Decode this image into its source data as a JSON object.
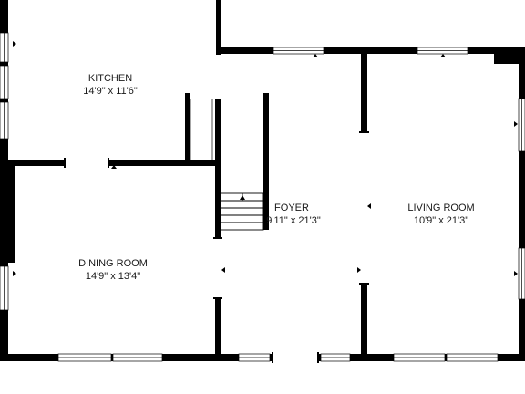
{
  "floorplan": {
    "rooms": [
      {
        "id": "kitchen",
        "name": "KITCHEN",
        "dims": "14'9\" x 11'6\""
      },
      {
        "id": "dining",
        "name": "DINING ROOM",
        "dims": "14'9\" x 13'4\""
      },
      {
        "id": "foyer",
        "name": "FOYER",
        "dims": "9'11\" x 21'3\""
      },
      {
        "id": "living",
        "name": "LIVING ROOM",
        "dims": "10'9\" x 21'3\""
      }
    ]
  }
}
